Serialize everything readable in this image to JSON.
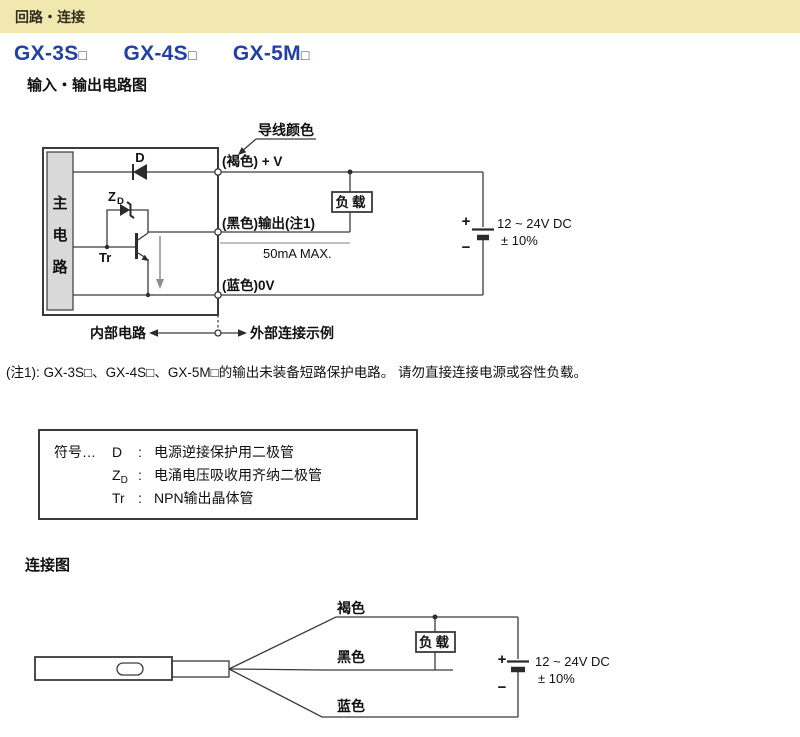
{
  "page": {
    "header": "回路・连接",
    "models": [
      {
        "name": "GX-3S",
        "suffix": "□"
      },
      {
        "name": "GX-4S",
        "suffix": "□"
      },
      {
        "name": "GX-5M",
        "suffix": "□"
      }
    ],
    "section1": "输入・输出电路图",
    "section2": "连接图",
    "note": "(注1): GX-3S□、GX-4S□、GX-5M□的输出未装备短路保护电路。 请勿直接连接电源或容性负载。"
  },
  "colors": {
    "band_yellow": "#f1e8b0",
    "title_blue": "#2340a5",
    "line_dark": "#3a3a3a",
    "gray": "#8d8d8d",
    "block_fill": "#d9d9d9"
  },
  "circuit1": {
    "wire_color_label": "导线颜色",
    "main_circuit_chars": [
      "主",
      "电",
      "路"
    ],
    "diode_label": "D",
    "zener_label": {
      "main": "Z",
      "sub": "D"
    },
    "transistor_label": "Tr",
    "terminals": {
      "brown": "(褐色) + V",
      "black": "(黑色)输出(注1)",
      "blue": "(蓝色)0V"
    },
    "load_label": "负载",
    "current_max": "50mA MAX.",
    "supply": {
      "plus": "+",
      "minus": "−",
      "voltage": "12 ~ 24V DC",
      "tolerance": "± 10%"
    },
    "internal_label": "内部电路",
    "external_label": "外部连接示例"
  },
  "legend": {
    "rows": [
      {
        "prefix": "符号…",
        "sym": "D",
        "sym_sub": "",
        "colon": ":",
        "desc": "电源逆接保护用二极管"
      },
      {
        "prefix": "",
        "sym": "Z",
        "sym_sub": "D",
        "colon": ":",
        "desc": "电涌电压吸收用齐纳二极管"
      },
      {
        "prefix": "",
        "sym": "Tr",
        "sym_sub": "",
        "colon": ":",
        "desc": "NPN输出晶体管"
      }
    ]
  },
  "circuit2": {
    "wires": {
      "brown": "褐色",
      "black": "黑色",
      "blue": "蓝色"
    },
    "load_label": "负载",
    "supply": {
      "plus": "+",
      "minus": "−",
      "voltage": "12 ~ 24V DC",
      "tolerance": "± 10%"
    }
  }
}
